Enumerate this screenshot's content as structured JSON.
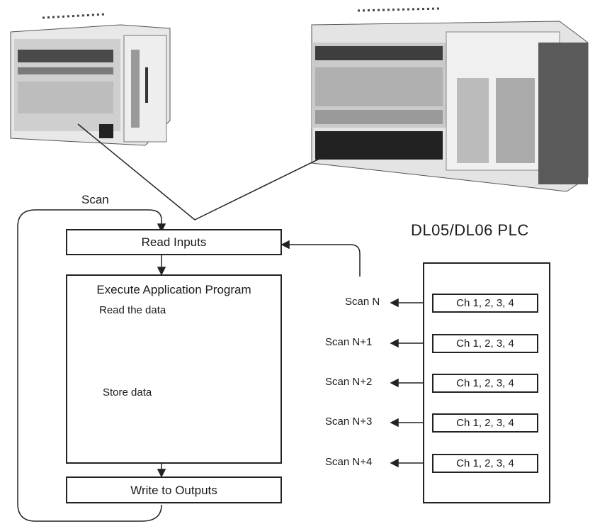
{
  "plc_title": "DL05/DL06 PLC",
  "scan_cycle": {
    "scan_label": "Scan",
    "read_inputs": "Read Inputs",
    "execute_program": "Execute Application Program",
    "read_the_data": "Read the data",
    "store_data": "Store data",
    "write_outputs": "Write to Outputs"
  },
  "scan_rows": [
    {
      "scan": "Scan N",
      "channels": "Ch 1, 2, 3, 4"
    },
    {
      "scan": "Scan N+1",
      "channels": "Ch 1, 2, 3, 4"
    },
    {
      "scan": "Scan N+2",
      "channels": "Ch 1, 2, 3, 4"
    },
    {
      "scan": "Scan N+3",
      "channels": "Ch 1, 2, 3, 4"
    },
    {
      "scan": "Scan N+4",
      "channels": "Ch 1, 2, 3, 4"
    }
  ],
  "colors": {
    "line": "#222222",
    "photo_dark": "#3a3a3a",
    "photo_light": "#d8d8d8"
  }
}
